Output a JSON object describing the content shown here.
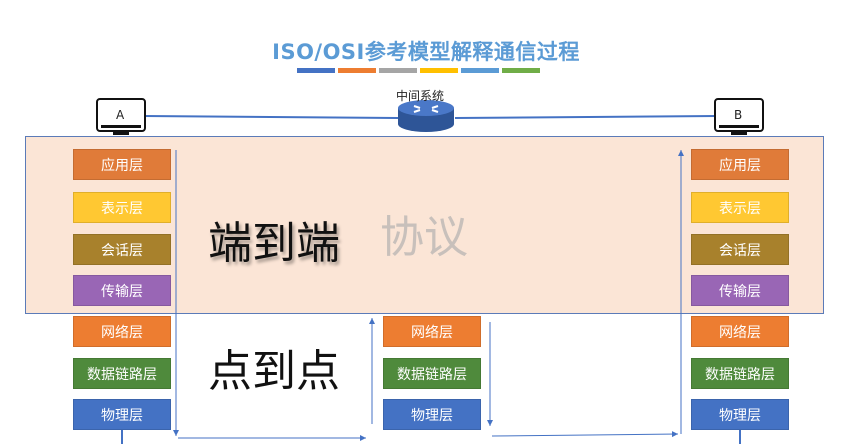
{
  "title": "ISO/OSI参考模型解释通信过程",
  "swatch_colors": [
    "#4472c4",
    "#ed7d31",
    "#a5a5a5",
    "#ffc000",
    "#5b9bd5",
    "#70ad47"
  ],
  "host_a": "A",
  "host_b": "B",
  "middle_system": "中间系统",
  "end_to_end_label": "端到端",
  "protocol_label": "协议",
  "point_to_point_label": "点到点",
  "layers": {
    "application": "应用层",
    "presentation": "表示层",
    "session": "会话层",
    "transport": "传输层",
    "network": "网络层",
    "datalink": "数据链路层",
    "physical": "物理层"
  },
  "colors": {
    "application": "#e07b39",
    "presentation": "#ffc832",
    "session": "#a8812c",
    "transport": "#9966b5",
    "network": "#ed7d31",
    "datalink": "#4f8a3c",
    "physical": "#4472c4",
    "line": "#4472c4"
  }
}
